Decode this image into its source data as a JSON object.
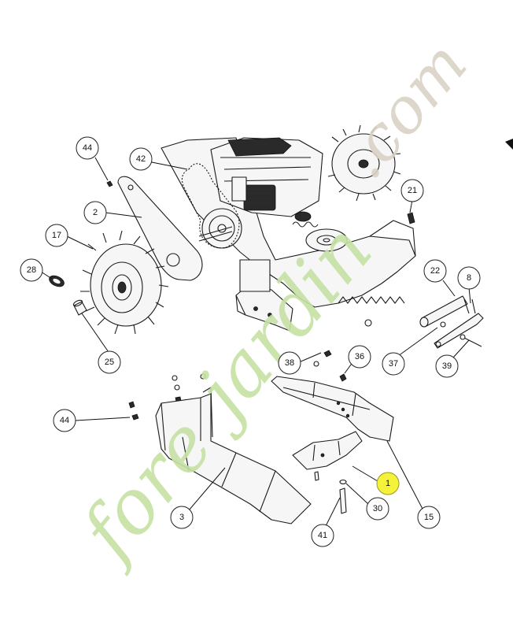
{
  "diagram": {
    "watermark": "forejardin.com",
    "callouts": [
      {
        "id": "p44a",
        "label": "44"
      },
      {
        "id": "p42",
        "label": "42"
      },
      {
        "id": "p2",
        "label": "2"
      },
      {
        "id": "p17",
        "label": "17"
      },
      {
        "id": "p28",
        "label": "28"
      },
      {
        "id": "p25",
        "label": "25"
      },
      {
        "id": "p21",
        "label": "21"
      },
      {
        "id": "p22",
        "label": "22"
      },
      {
        "id": "p8",
        "label": "8"
      },
      {
        "id": "p37",
        "label": "37"
      },
      {
        "id": "p39",
        "label": "39"
      },
      {
        "id": "p38",
        "label": "38"
      },
      {
        "id": "p36",
        "label": "36"
      },
      {
        "id": "p44b",
        "label": "44"
      },
      {
        "id": "p1",
        "label": "1"
      },
      {
        "id": "p30",
        "label": "30"
      },
      {
        "id": "p15",
        "label": "15"
      },
      {
        "id": "p3",
        "label": "3"
      },
      {
        "id": "p41",
        "label": "41"
      }
    ],
    "highlight_color": "#f4f23a"
  }
}
